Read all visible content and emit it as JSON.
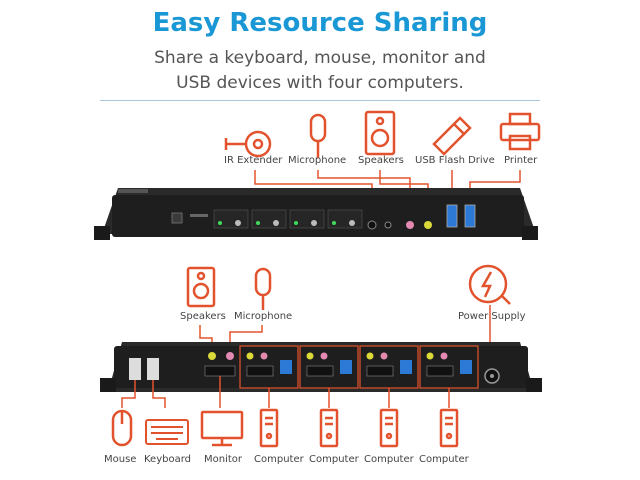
{
  "header": {
    "title": "Easy Resource Sharing",
    "subtitle_line1": "Share a keyboard, mouse, monitor and",
    "subtitle_line2": "USB devices with four computers."
  },
  "front_panel": {
    "labels": {
      "ir_extender": "IR Extender",
      "microphone": "Microphone",
      "speakers": "Speakers",
      "usb_flash_drive": "USB Flash Drive",
      "printer": "Printer"
    }
  },
  "rear_panel": {
    "labels": {
      "speakers": "Speakers",
      "microphone": "Microphone",
      "power_supply": "Power Supply",
      "mouse": "Mouse",
      "keyboard": "Keyboard",
      "monitor": "Monitor",
      "computer_1": "Computer",
      "computer_2": "Computer",
      "computer_3": "Computer",
      "computer_4": "Computer"
    }
  },
  "colors": {
    "accent": "#1a97d5",
    "icon": "#e2532d",
    "device": "#1e1e1e"
  }
}
